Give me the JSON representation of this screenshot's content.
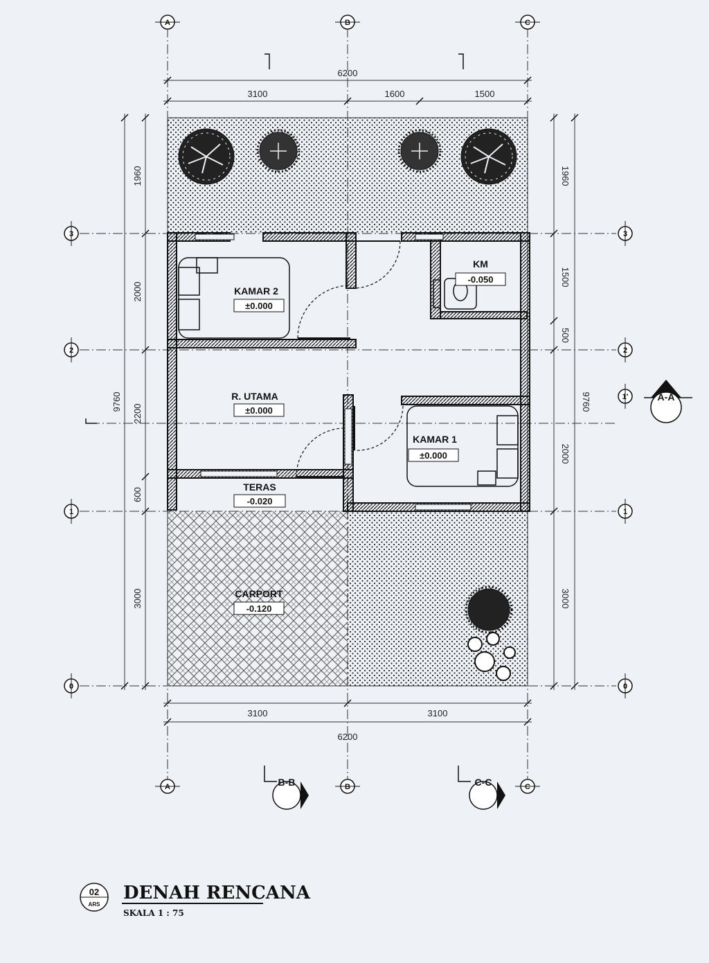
{
  "grid": {
    "columns": [
      "A",
      "B",
      "C"
    ],
    "rows": [
      "3",
      "2",
      "1'",
      "1",
      "0"
    ]
  },
  "dimensions": {
    "overall_width": "6200",
    "overall_depth": "9760",
    "top": [
      "3100",
      "1600",
      "1500"
    ],
    "bottom": [
      "3100",
      "3100"
    ],
    "left": [
      "1960",
      "2000",
      "2200",
      "600",
      "3000"
    ],
    "right": [
      "1960",
      "1500",
      "500",
      "2000",
      "3000"
    ]
  },
  "rooms": [
    {
      "name": "KAMAR 2",
      "level": "±0.000"
    },
    {
      "name": "KM",
      "level": "-0.050"
    },
    {
      "name": "R. UTAMA",
      "level": "±0.000"
    },
    {
      "name": "KAMAR 1",
      "level": "±0.000"
    },
    {
      "name": "TERAS",
      "level": "-0.020"
    },
    {
      "name": "CARPORT",
      "level": "-0.120"
    }
  ],
  "sections": [
    "A-A",
    "B-B",
    "C-C"
  ],
  "title_block": {
    "number": "02",
    "sheet_code": "ARS",
    "title": "DENAH RENCANA",
    "scale": "SKALA 1 : 75"
  }
}
